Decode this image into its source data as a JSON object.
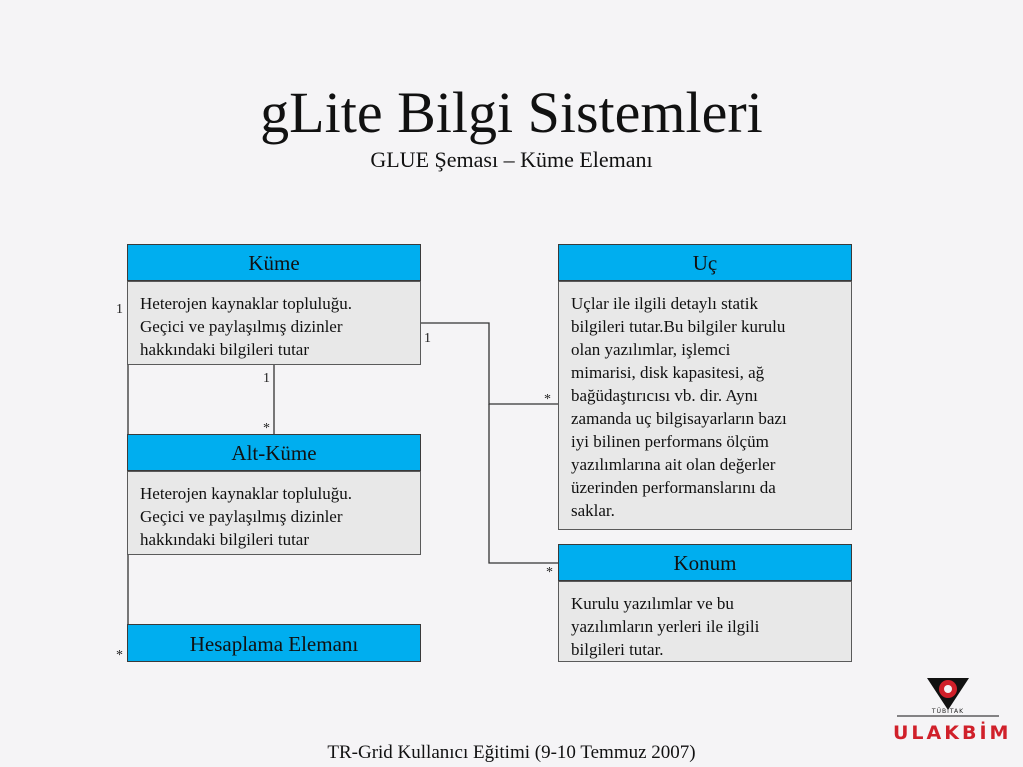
{
  "title": "gLite Bilgi Sistemleri",
  "subtitle": "GLUE Şeması – Küme Elemanı",
  "footer": "TR-Grid Kullanıcı Eğitimi (9-10 Temmuz 2007)",
  "logo": {
    "small": "TÜBİTAK",
    "word": "ULAKBİM"
  },
  "colors": {
    "header": "#00aeef",
    "body": "#e8e8e8"
  },
  "boxes": {
    "kume": {
      "header": "Küme",
      "lines": [
        "Heterojen kaynaklar topluluğu.",
        "Geçici ve paylaşılmış dizinler",
        "hakkındaki bilgileri tutar"
      ]
    },
    "alt_kume": {
      "header": "Alt-Küme",
      "lines": [
        "Heterojen kaynaklar topluluğu.",
        "Geçici ve paylaşılmış dizinler",
        "hakkındaki bilgileri tutar"
      ]
    },
    "hesaplama": {
      "header": "Hesaplama Elemanı"
    },
    "uc": {
      "header": "Uç",
      "lines": [
        "Uçlar ile ilgili detaylı statik",
        "bilgileri tutar.Bu bilgiler kurulu",
        "olan yazılımlar, işlemci",
        "mimarisi, disk kapasitesi, ağ",
        "bağüdaştırıcısı vb. dir. Aynı",
        "zamanda uç bilgisayarların bazı",
        "iyi bilinen performans ölçüm",
        "yazılımlarına ait olan değerler",
        "üzerinden performanslarını da",
        "saklar."
      ]
    },
    "konum": {
      "header": "Konum",
      "lines": [
        "Kurulu yazılımlar ve bu",
        "yazılımların yerleri ile ilgili",
        "bilgileri tutar."
      ]
    }
  },
  "multiplicities": {
    "kume_left": "1",
    "kume_right": "1",
    "kume_bottom": "1",
    "altkume_top": "*",
    "uc_left": "*",
    "konum_left": "*",
    "hesaplama_left": "*"
  }
}
